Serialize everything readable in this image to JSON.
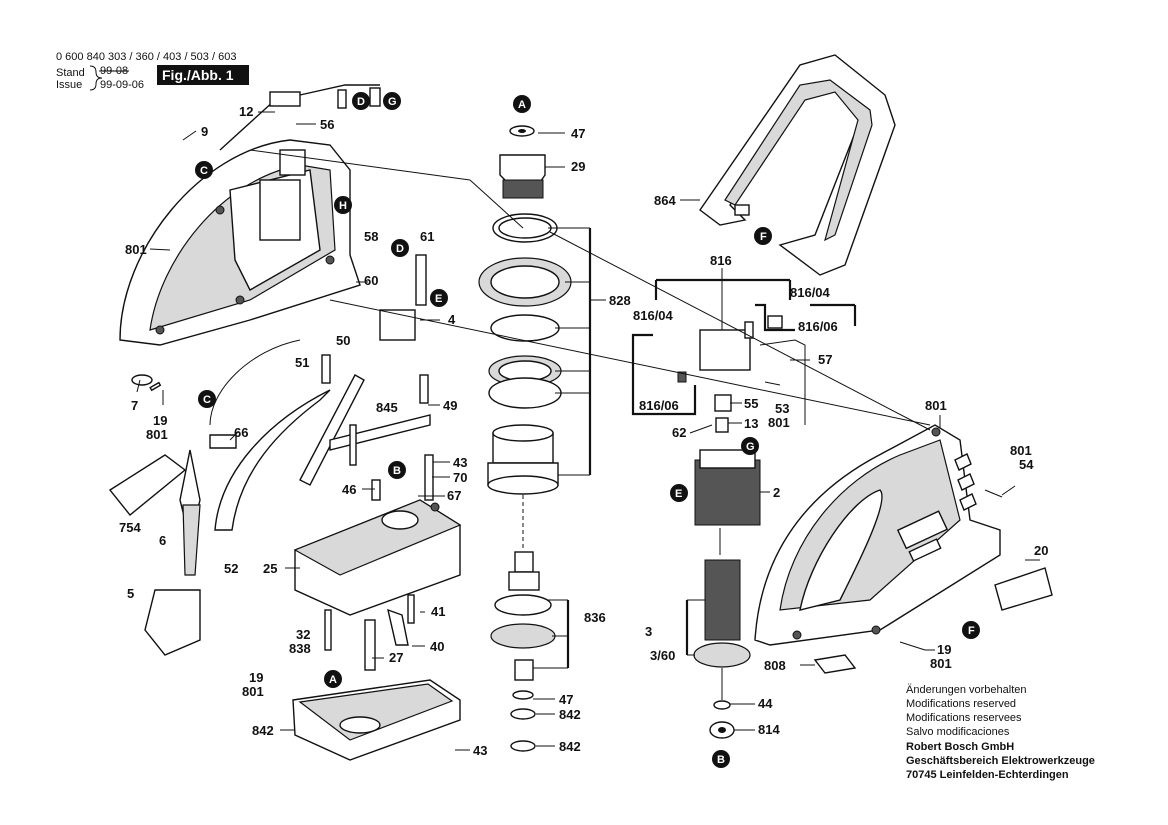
{
  "header": {
    "part_numbers": "0 600 840 303 / 360 / 403 / 503 / 603",
    "stand_label": "Stand",
    "stand_date_struck": "99-08",
    "issue_label": "Issue",
    "issue_date": "99-09-06",
    "figure_title": "Fig./Abb. 1"
  },
  "markers": {
    "A": "A",
    "B": "B",
    "C": "C",
    "D": "D",
    "E": "E",
    "F": "F",
    "G": "G",
    "H": "H"
  },
  "labels": {
    "p2": "2",
    "p3": "3",
    "p3_60": "3/60",
    "p4": "4",
    "p5": "5",
    "p6": "6",
    "p7": "7",
    "p9": "9",
    "p12": "12",
    "p13": "13",
    "p19": "19",
    "p20": "20",
    "p25": "25",
    "p27": "27",
    "p32": "32",
    "p40": "40",
    "p41": "41",
    "p43": "43",
    "p44": "44",
    "p46": "46",
    "p47": "47",
    "p49": "49",
    "p50": "50",
    "p51": "51",
    "p52": "52",
    "p53": "53",
    "p54": "54",
    "p55": "55",
    "p56": "56",
    "p57": "57",
    "p58": "58",
    "p60": "60",
    "p61": "61",
    "p62": "62",
    "p66": "66",
    "p67": "67",
    "p70": "70",
    "p754": "754",
    "p801": "801",
    "p808": "808",
    "p814": "814",
    "p816": "816",
    "p816_04": "816/04",
    "p816_06": "816/06",
    "p828": "828",
    "p836": "836",
    "p838": "838",
    "p842": "842",
    "p845": "845",
    "p864": "864",
    "p29": "29"
  },
  "notes": {
    "line1": "Änderungen vorbehalten",
    "line2": "Modifications reserved",
    "line3": "Modifications reservees",
    "line4": "Salvo modificaciones",
    "company": "Robert Bosch GmbH",
    "division": "Geschäftsbereich Elektrowerkzeuge",
    "address": "70745 Leinfelden-Echterdingen"
  }
}
